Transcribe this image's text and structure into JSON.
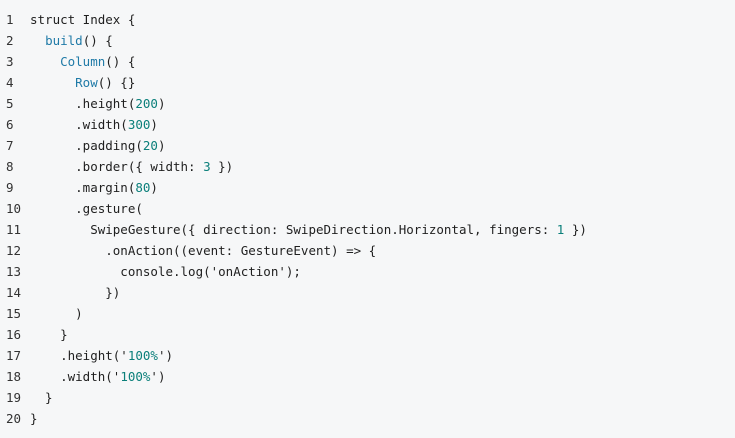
{
  "editor": {
    "lines": [
      {
        "number": "1",
        "tokens": [
          {
            "text": "struct Index {",
            "kind": "plain"
          }
        ]
      },
      {
        "number": "2",
        "tokens": [
          {
            "text": "  ",
            "kind": "plain"
          },
          {
            "text": "build",
            "kind": "fn"
          },
          {
            "text": "() {",
            "kind": "plain"
          }
        ]
      },
      {
        "number": "3",
        "tokens": [
          {
            "text": "    ",
            "kind": "plain"
          },
          {
            "text": "Column",
            "kind": "fn"
          },
          {
            "text": "() {",
            "kind": "plain"
          }
        ]
      },
      {
        "number": "4",
        "tokens": [
          {
            "text": "      ",
            "kind": "plain"
          },
          {
            "text": "Row",
            "kind": "fn"
          },
          {
            "text": "() {}",
            "kind": "plain"
          }
        ]
      },
      {
        "number": "5",
        "tokens": [
          {
            "text": "      .height(",
            "kind": "plain"
          },
          {
            "text": "200",
            "kind": "num"
          },
          {
            "text": ")",
            "kind": "plain"
          }
        ]
      },
      {
        "number": "6",
        "tokens": [
          {
            "text": "      .width(",
            "kind": "plain"
          },
          {
            "text": "300",
            "kind": "num"
          },
          {
            "text": ")",
            "kind": "plain"
          }
        ]
      },
      {
        "number": "7",
        "tokens": [
          {
            "text": "      .padding(",
            "kind": "plain"
          },
          {
            "text": "20",
            "kind": "num"
          },
          {
            "text": ")",
            "kind": "plain"
          }
        ]
      },
      {
        "number": "8",
        "tokens": [
          {
            "text": "      .border({ width: ",
            "kind": "plain"
          },
          {
            "text": "3",
            "kind": "num"
          },
          {
            "text": " })",
            "kind": "plain"
          }
        ]
      },
      {
        "number": "9",
        "tokens": [
          {
            "text": "      .margin(",
            "kind": "plain"
          },
          {
            "text": "80",
            "kind": "num"
          },
          {
            "text": ")",
            "kind": "plain"
          }
        ]
      },
      {
        "number": "10",
        "tokens": [
          {
            "text": "      .gesture(",
            "kind": "plain"
          }
        ]
      },
      {
        "number": "11",
        "tokens": [
          {
            "text": "        SwipeGesture({ direction: SwipeDirection.Horizontal, fingers: ",
            "kind": "plain"
          },
          {
            "text": "1",
            "kind": "num"
          },
          {
            "text": " })",
            "kind": "plain"
          }
        ]
      },
      {
        "number": "12",
        "tokens": [
          {
            "text": "          .onAction((event: GestureEvent) => {",
            "kind": "plain"
          }
        ]
      },
      {
        "number": "13",
        "tokens": [
          {
            "text": "            console.log('onAction');",
            "kind": "plain"
          }
        ]
      },
      {
        "number": "14",
        "tokens": [
          {
            "text": "          })",
            "kind": "plain"
          }
        ]
      },
      {
        "number": "15",
        "tokens": [
          {
            "text": "      )",
            "kind": "plain"
          }
        ]
      },
      {
        "number": "16",
        "tokens": [
          {
            "text": "    }",
            "kind": "plain"
          }
        ]
      },
      {
        "number": "17",
        "tokens": [
          {
            "text": "    .height('",
            "kind": "plain"
          },
          {
            "text": "100%",
            "kind": "num"
          },
          {
            "text": "')",
            "kind": "plain"
          }
        ]
      },
      {
        "number": "18",
        "tokens": [
          {
            "text": "    .width('",
            "kind": "plain"
          },
          {
            "text": "100%",
            "kind": "num"
          },
          {
            "text": "')",
            "kind": "plain"
          }
        ]
      },
      {
        "number": "19",
        "tokens": [
          {
            "text": "  }",
            "kind": "plain"
          }
        ]
      },
      {
        "number": "20",
        "tokens": [
          {
            "text": "}",
            "kind": "plain"
          }
        ]
      }
    ]
  }
}
